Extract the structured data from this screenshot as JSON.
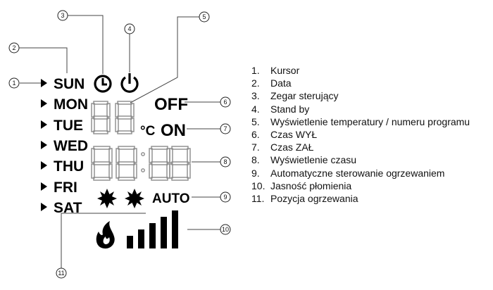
{
  "lcd": {
    "days": [
      "SUN",
      "MON",
      "TUE",
      "WED",
      "THU",
      "FRI",
      "SAT"
    ],
    "off_label": "OFF",
    "on_label": "ON",
    "celsius_label": "°C",
    "auto_label": "AUTO",
    "signal_bar_count": 5,
    "seven_seg_digits": {
      "temperature": 2,
      "time": 4
    }
  },
  "callouts": [
    "1",
    "2",
    "3",
    "4",
    "5",
    "6",
    "7",
    "8",
    "9",
    "10",
    "11"
  ],
  "legend": [
    {
      "num": "1.",
      "text": "Kursor"
    },
    {
      "num": "2.",
      "text": "Data"
    },
    {
      "num": "3.",
      "text": "Zegar sterujący"
    },
    {
      "num": "4.",
      "text": "Stand by"
    },
    {
      "num": "5.",
      "text": "Wyświetlenie temperatury / numeru programu"
    },
    {
      "num": "6.",
      "text": "Czas WYŁ"
    },
    {
      "num": "7.",
      "text": "Czas ZAŁ"
    },
    {
      "num": "8.",
      "text": "Wyświetlenie czasu"
    },
    {
      "num": "9.",
      "text": "Automatyczne sterowanie ogrzewaniem"
    },
    {
      "num": "10.",
      "text": "Jasność płomienia"
    },
    {
      "num": "11.",
      "text": "Pozycja ogrzewania"
    }
  ],
  "colors": {
    "ink": "#000000",
    "segment_ghost": "#8a8a8a",
    "leader": "#444444"
  },
  "icons": [
    "cursor-triangle-icon",
    "clock-icon",
    "power-icon",
    "sun-burst-icon",
    "flame-icon",
    "signal-bars-icon"
  ]
}
